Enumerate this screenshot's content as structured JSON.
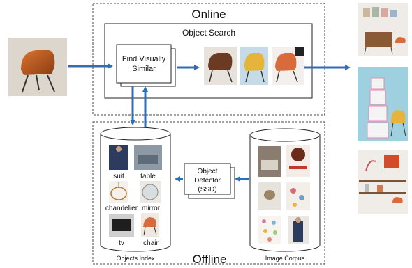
{
  "sections": {
    "online": "Online",
    "offline": "Offline",
    "object_search": "Object Search"
  },
  "nodes": {
    "find_similar_line1": "Find Visually",
    "find_similar_line2": "Similar",
    "detector_line1": "Object",
    "detector_line2": "Detector",
    "detector_line3": "(SSD)"
  },
  "objects_index": {
    "caption": "Objects Index",
    "items": [
      "suit",
      "table",
      "chandelier",
      "mirror",
      "tv",
      "chair"
    ]
  },
  "image_corpus": {
    "caption": "Image Corpus"
  },
  "colors": {
    "arrow": "#2f6db5",
    "border": "#444444"
  }
}
